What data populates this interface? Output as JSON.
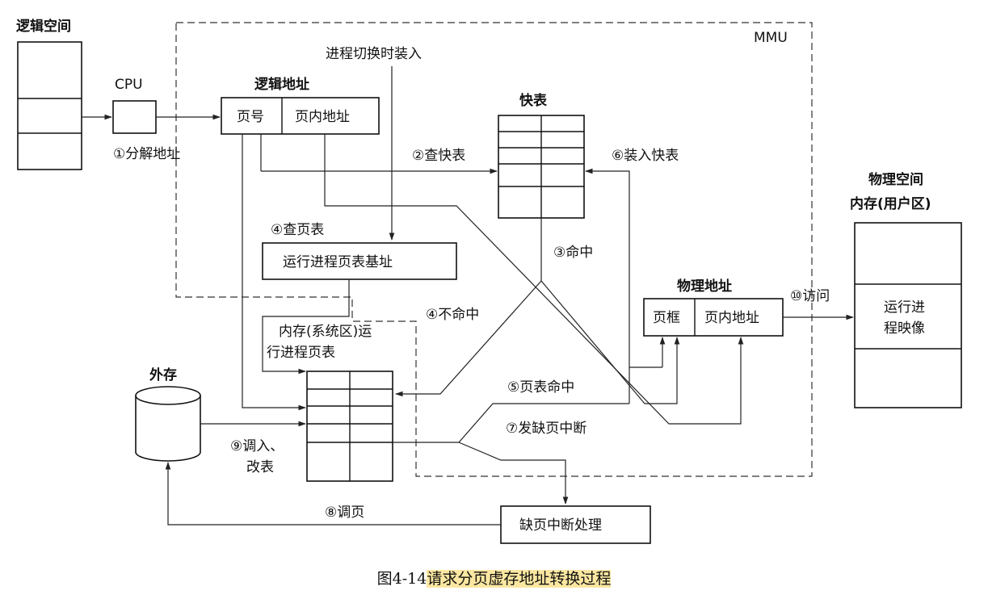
{
  "labels": {
    "logical_space": "逻辑空间",
    "cpu": "CPU",
    "mmu": "MMU",
    "process_switch_load": "进程切换时装入",
    "logical_address": "逻辑地址",
    "page_number": "页号",
    "page_offset": "页内地址",
    "tlb": "快表",
    "step1": "①分解地址",
    "step2": "②查快表",
    "step6": "⑥装入快表",
    "physical_space": "物理空间",
    "memory_user_area": "内存(用户区)",
    "step4_check": "④查页表",
    "step3_hit": "③命中",
    "page_table_base": "运行进程页表基址",
    "physical_address": "物理地址",
    "step10_access": "⑩访问",
    "frame": "页框",
    "frame_offset": "页内地址",
    "process_image_line1": "运行进",
    "process_image_line2": "程映像",
    "step4_miss": "④不命中",
    "mem_sys_line1": "内存(系统区)运",
    "mem_sys_line2": "行进程页表",
    "external_storage": "外存",
    "step5_hit": "⑤页表命中",
    "step7_fault": "⑦发缺页中断",
    "step9_line1": "⑨调入、",
    "step9_line2": "改表",
    "step8_page_in": "⑧调页",
    "page_fault_handler": "缺页中断处理"
  },
  "caption": {
    "prefix": "图4-14",
    "title": "请求分页虚存地址转换过程"
  },
  "colors": {
    "caption_highlight": "#fbe7a1"
  }
}
